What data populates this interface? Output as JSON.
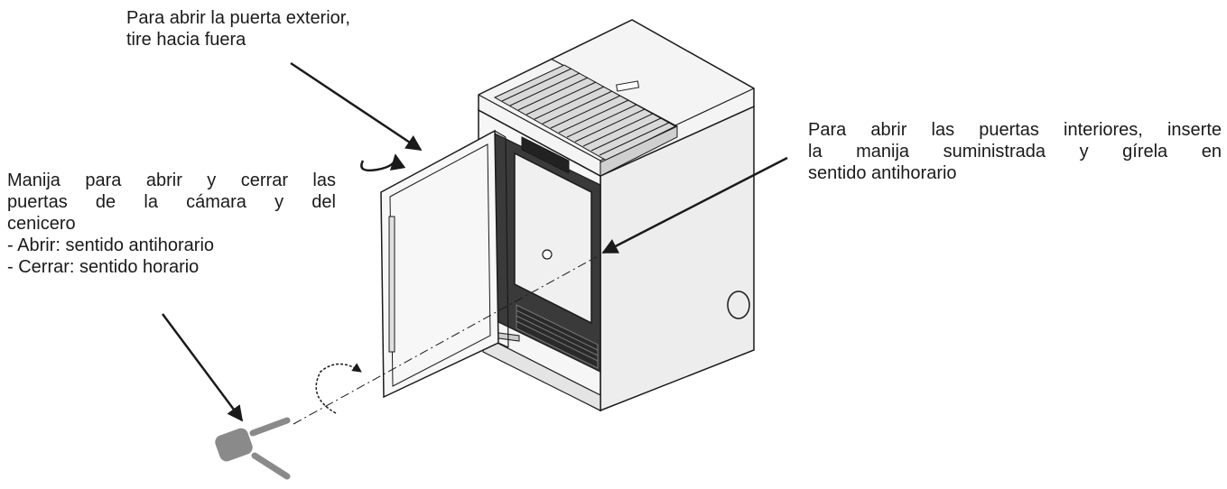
{
  "labels": {
    "outer_door": {
      "line1": "Para abrir la puerta exterior,",
      "line2": "tire hacia fuera"
    },
    "inner_doors": {
      "line1": "Para abrir las puertas interiores, inserte",
      "line2": "la manija suministrada y gírela en",
      "line3": "sentido antihorario"
    },
    "handle": {
      "line1": "Manija para abrir y cerrar las",
      "line2": "puertas de la cámara y del",
      "line3": "cenicero",
      "line4": "- Abrir: sentido antihorario",
      "line5": "- Cerrar: sentido horario"
    }
  },
  "colors": {
    "line": "#1a1a1a",
    "stove_body": "#f2f2f2",
    "stove_side": "#e8e8e8",
    "handle_tool": "#8a8a8a"
  }
}
